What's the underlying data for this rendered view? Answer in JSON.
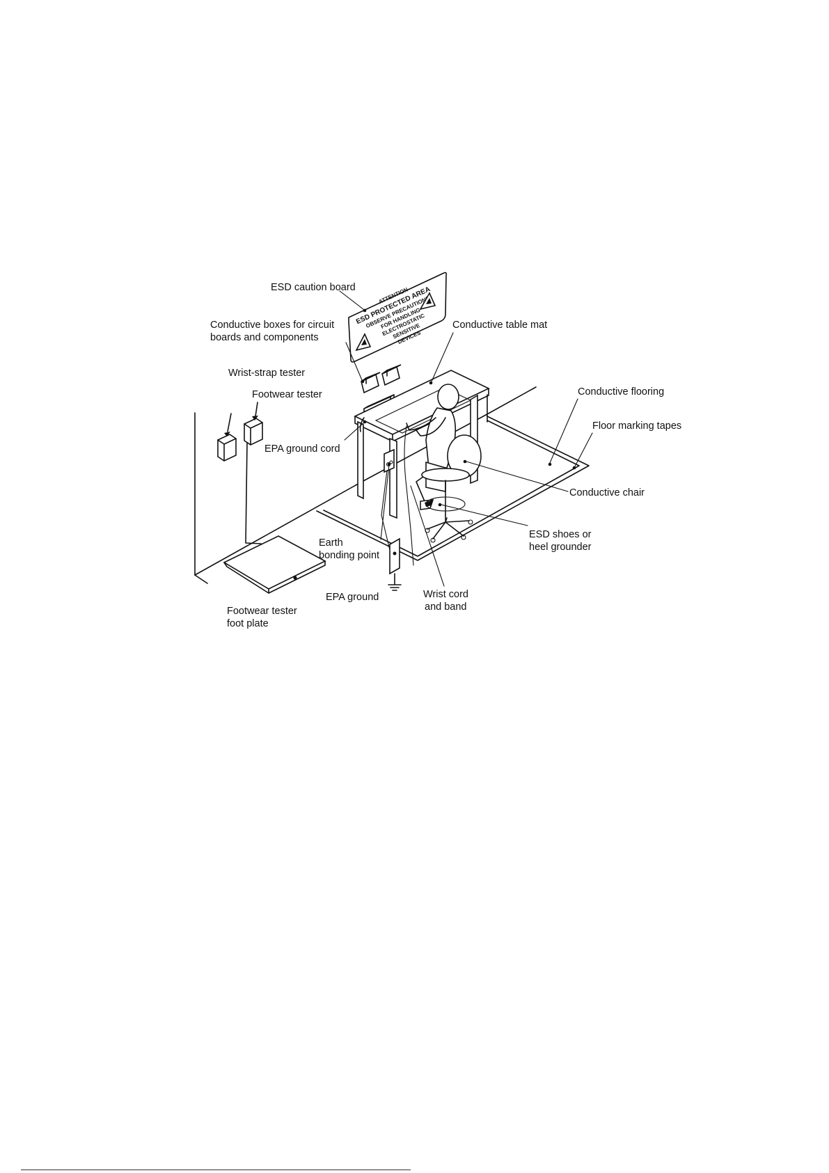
{
  "labels": {
    "esd_caution_board": "ESD caution board",
    "conductive_boxes_1": "Conductive boxes for circuit",
    "conductive_boxes_2": "boards and components",
    "conductive_table_mat": "Conductive table mat",
    "wrist_strap_tester": "Wrist-strap tester",
    "footwear_tester": "Footwear tester",
    "conductive_flooring": "Conductive flooring",
    "floor_marking_tapes": "Floor marking tapes",
    "epa_ground_cord": "EPA ground cord",
    "conductive_chair": "Conductive chair",
    "earth_bonding_1": "Earth",
    "earth_bonding_2": "bonding point",
    "esd_shoes_1": "ESD shoes or",
    "esd_shoes_2": "heel grounder",
    "epa_ground": "EPA ground",
    "wrist_cord_1": "Wrist cord",
    "wrist_cord_2": "and band",
    "footwear_plate_1": "Footwear tester",
    "footwear_plate_2": "foot plate"
  },
  "sign": {
    "line1": "ATTENTION",
    "line2": "ESD PROTECTED AREA",
    "line3": "OBSERVE PRECAUTIONS",
    "line4": "FOR HANDLING",
    "line5": "ELECTROSTATIC",
    "line6": "SENSITIVE",
    "line7": "DEVICES"
  }
}
